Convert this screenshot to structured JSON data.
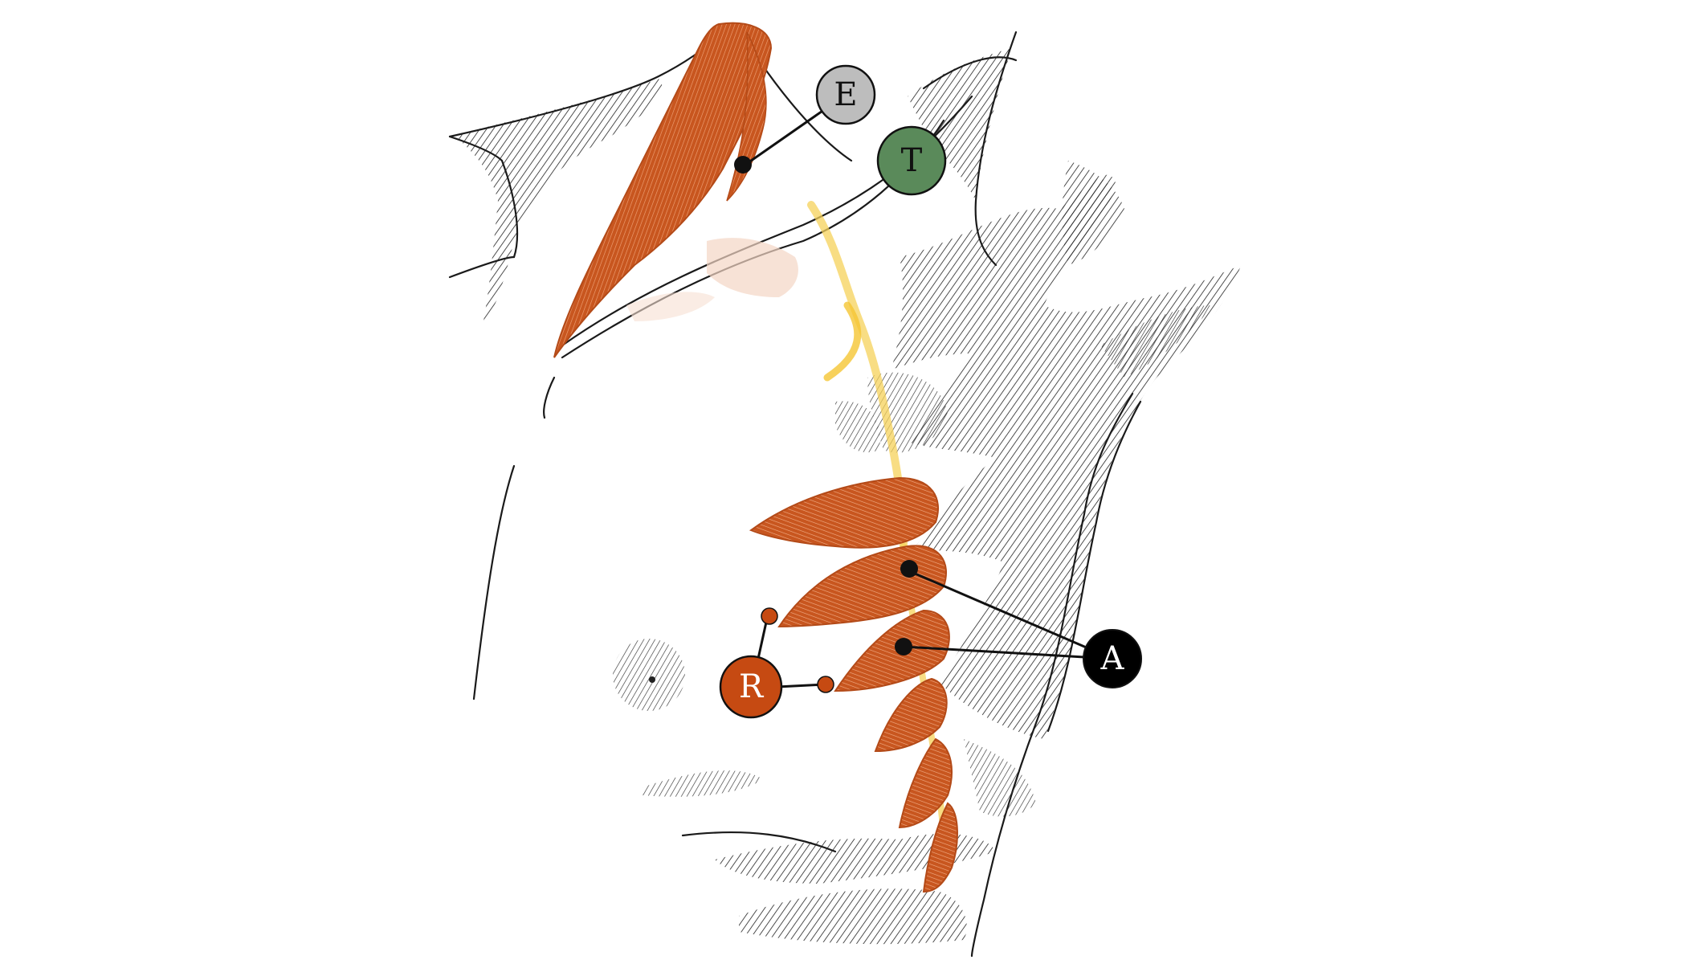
{
  "labels": {
    "e": "E",
    "t": "T",
    "a": "A",
    "r": "R"
  },
  "colors": {
    "muscle": "#c8561f",
    "muscle_light": "#e5834c",
    "nerve": "#f2c230",
    "label_e": "#bdbdbd",
    "label_t": "#5a8a5a",
    "label_a": "#000000",
    "label_r": "#c64a12",
    "ink": "#111111"
  }
}
